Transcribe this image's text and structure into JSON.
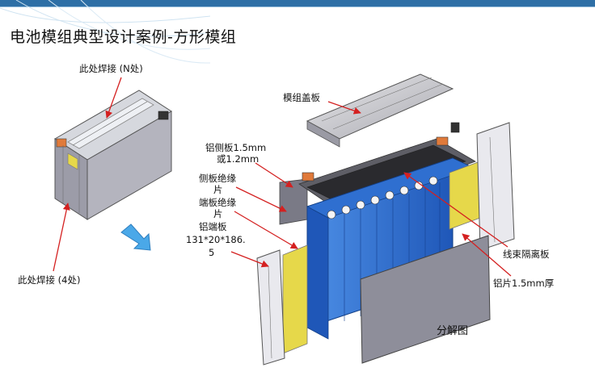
{
  "header": {
    "title": "电池模组典型设计案例-方形模组"
  },
  "labels": {
    "weld_top": "此处焊接 (N处)",
    "weld_side": "此处焊接 (4处)",
    "module_cover": "模组盖板",
    "al_side_plate_1": "铝侧板1.5mm",
    "al_side_plate_2": "或1.2mm",
    "side_insulation_1": "侧板绝缘",
    "side_insulation_2": "片",
    "end_insulation_1": "端板绝缘",
    "end_insulation_2": "片",
    "al_end_plate_1": "铝端板",
    "al_end_plate_2": "131*20*186.",
    "al_end_plate_3": "5",
    "harness_isolation": "线束隔离板",
    "al_sheet": "铝片1.5mm厚",
    "exploded_view": "分解图"
  },
  "colors": {
    "accent_blue": "#2e6fa6",
    "cell_blue": "#2f6fd0",
    "insulation_yellow": "#e6d84a",
    "arrow_red": "#d42020",
    "callout_arrow_blue": "#4aa8e8"
  }
}
